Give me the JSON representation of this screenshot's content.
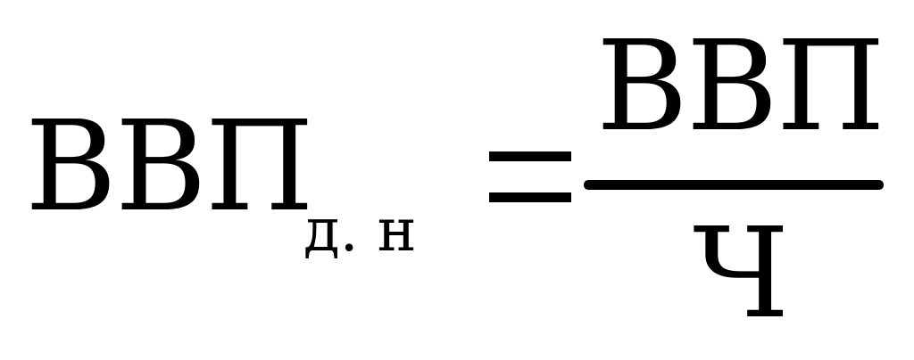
{
  "formula": {
    "lhs_main": "ВВП",
    "lhs_subscript": "д. н",
    "relation": "=",
    "numerator": "ВВП",
    "denominator": "Ч"
  }
}
